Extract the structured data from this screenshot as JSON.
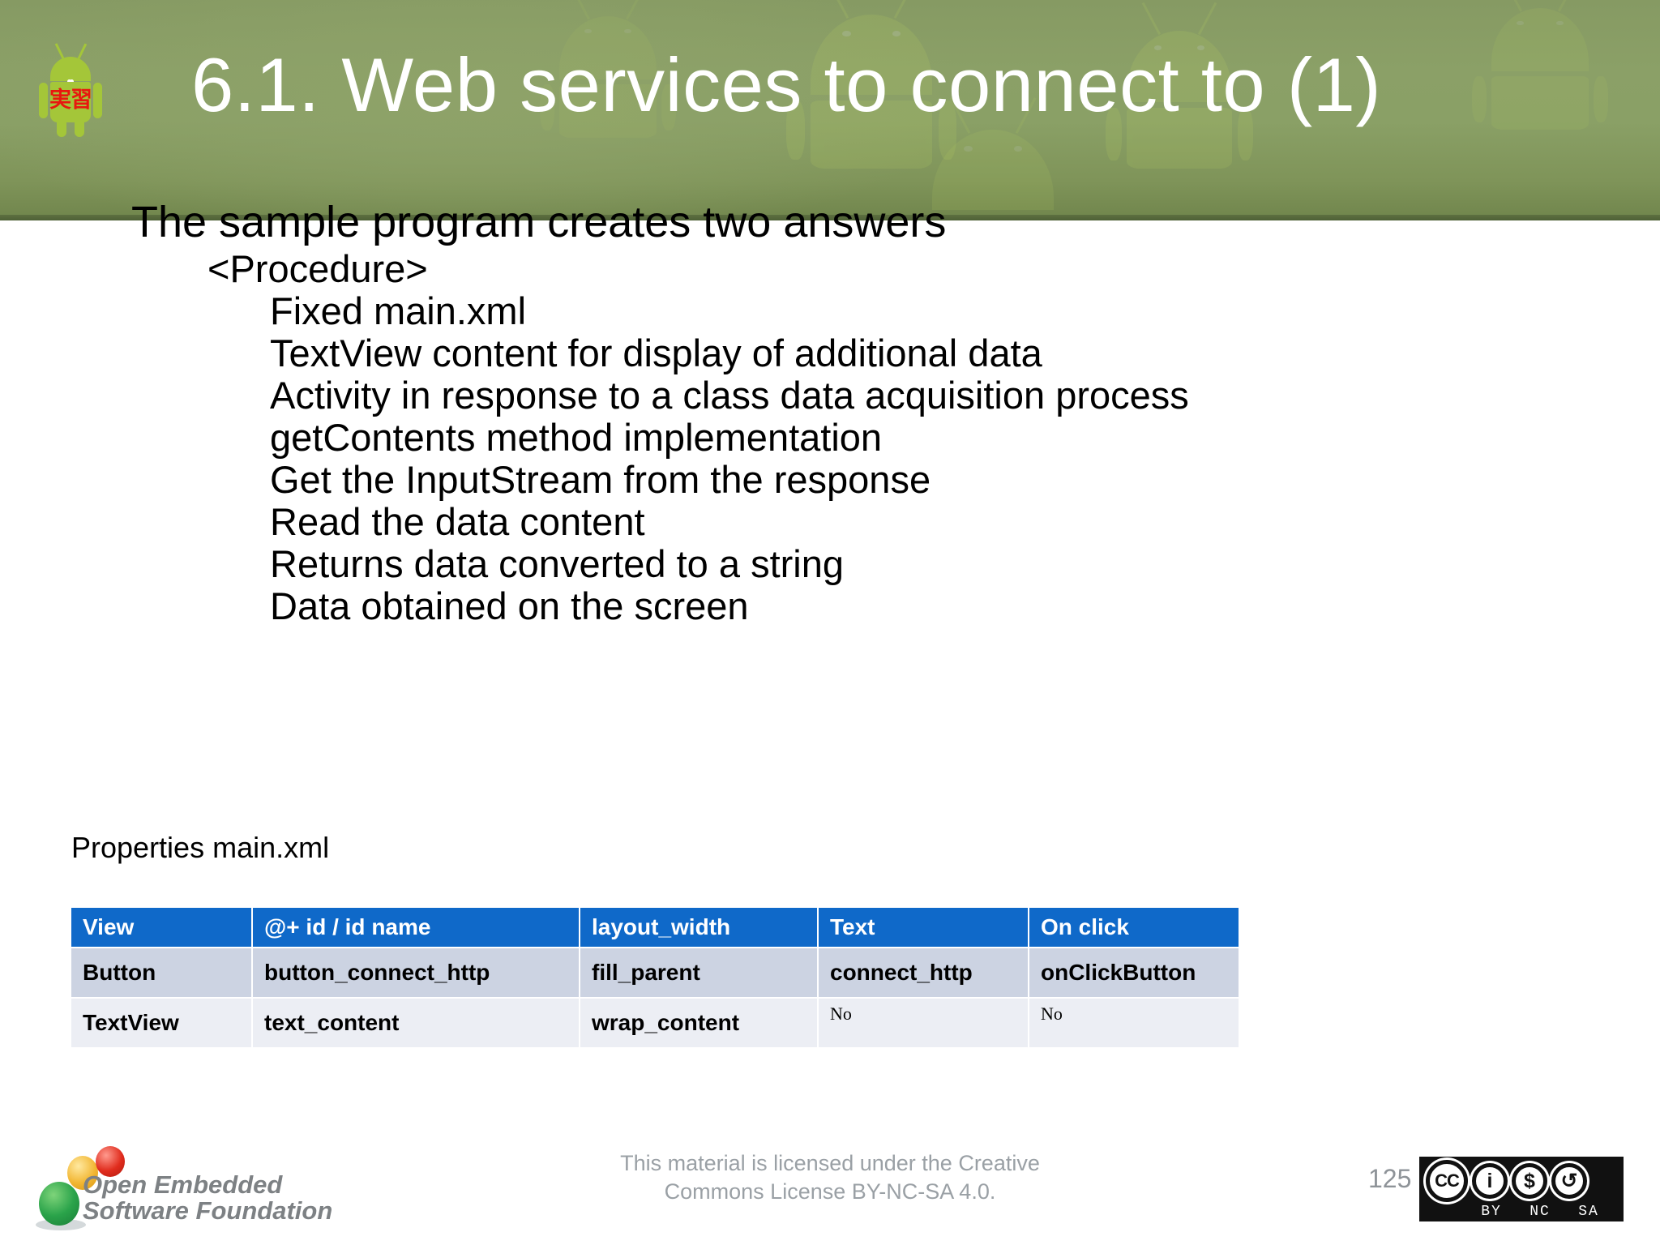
{
  "header": {
    "title": "6.1. Web services to connect to (1)",
    "mascot_kanji": "実習",
    "mascot_icon": "android-robot-icon",
    "band_color": "#8aa066",
    "title_color": "#ffffff"
  },
  "body": {
    "heading": "The sample program creates two answers",
    "subheading": "<Procedure>",
    "steps": [
      "Fixed main.xml",
      "TextView content for display of additional data",
      "Activity in response to a class data acquisition process",
      "getContents method implementation",
      "Get the InputStream from the response",
      "Read the data content",
      "Returns data converted to a string",
      "Data obtained on the screen"
    ],
    "properties_label": "Properties main.xml"
  },
  "table": {
    "accent_color": "#0f69c9",
    "row_odd_color": "#ccd3e2",
    "row_even_color": "#eceef4",
    "columns": [
      "View",
      "@+ id / id name",
      "layout_width",
      "Text",
      "On click"
    ],
    "rows": [
      {
        "view": "Button",
        "id_name": "button_connect_http",
        "layout_width": "fill_parent",
        "text": "connect_http",
        "on_click": "onClickButton"
      },
      {
        "view": "TextView",
        "id_name": "text_content",
        "layout_width": "wrap_content",
        "text": "No",
        "on_click": "No"
      }
    ]
  },
  "footer": {
    "logo_line1": "Open Embedded",
    "logo_line2": "Software Foundation",
    "license_line1": "This material is licensed under the Creative",
    "license_line2": "Commons License BY-NC-SA 4.0.",
    "page_number": "125",
    "cc": {
      "mark": "CC",
      "by_glyph": "i",
      "nc_glyph": "$",
      "sa_glyph": "↺",
      "label_by": "BY",
      "label_nc": "NC",
      "label_sa": "SA"
    }
  }
}
